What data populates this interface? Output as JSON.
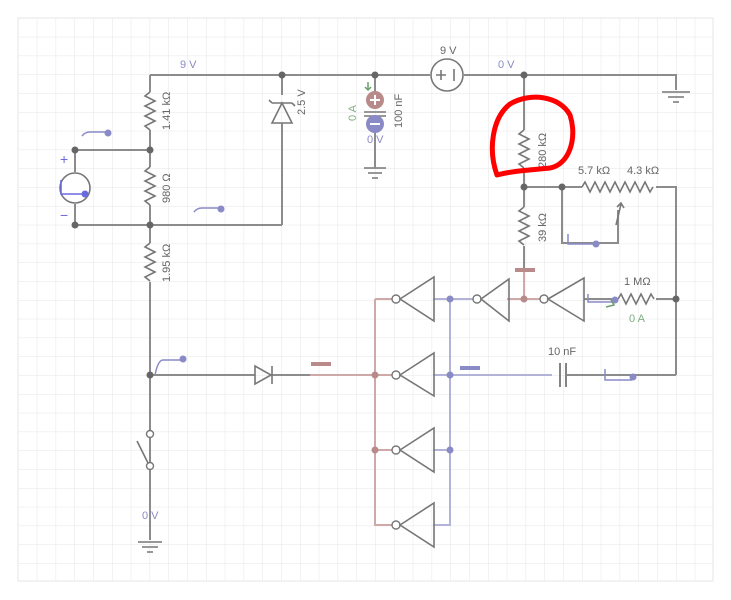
{
  "app": "Circuit simulator schematic",
  "labels": {
    "node_top_left_voltage": "9 V",
    "battery_voltage": "9 V",
    "node_top_right_voltage": "0 V",
    "r1": "1.41 kΩ",
    "r2": "980 Ω",
    "r3": "1.95 kΩ",
    "zener": "2.5 V",
    "cap1": "100 nF",
    "cap1_current": "0 A",
    "cap1_voltage": "0 V",
    "r280": "280 kΩ",
    "r39": "39 kΩ",
    "pot_left": "5.7 kΩ",
    "pot_right": "4.3 kΩ",
    "r1m": "1 MΩ",
    "r1m_current": "0 A",
    "cap2": "10 nF",
    "switch_voltage": "0 V",
    "source_plus": "+",
    "source_minus": "−"
  },
  "colors": {
    "wire": "#8c8c8c",
    "low_wire": "#b3b3d9",
    "high_wire": "#cfa8a8",
    "annotation": "#ff0000",
    "grid": "#e6e6e6"
  },
  "annotation": {
    "type": "hand-drawn circle",
    "target": "280 kΩ resistor"
  }
}
